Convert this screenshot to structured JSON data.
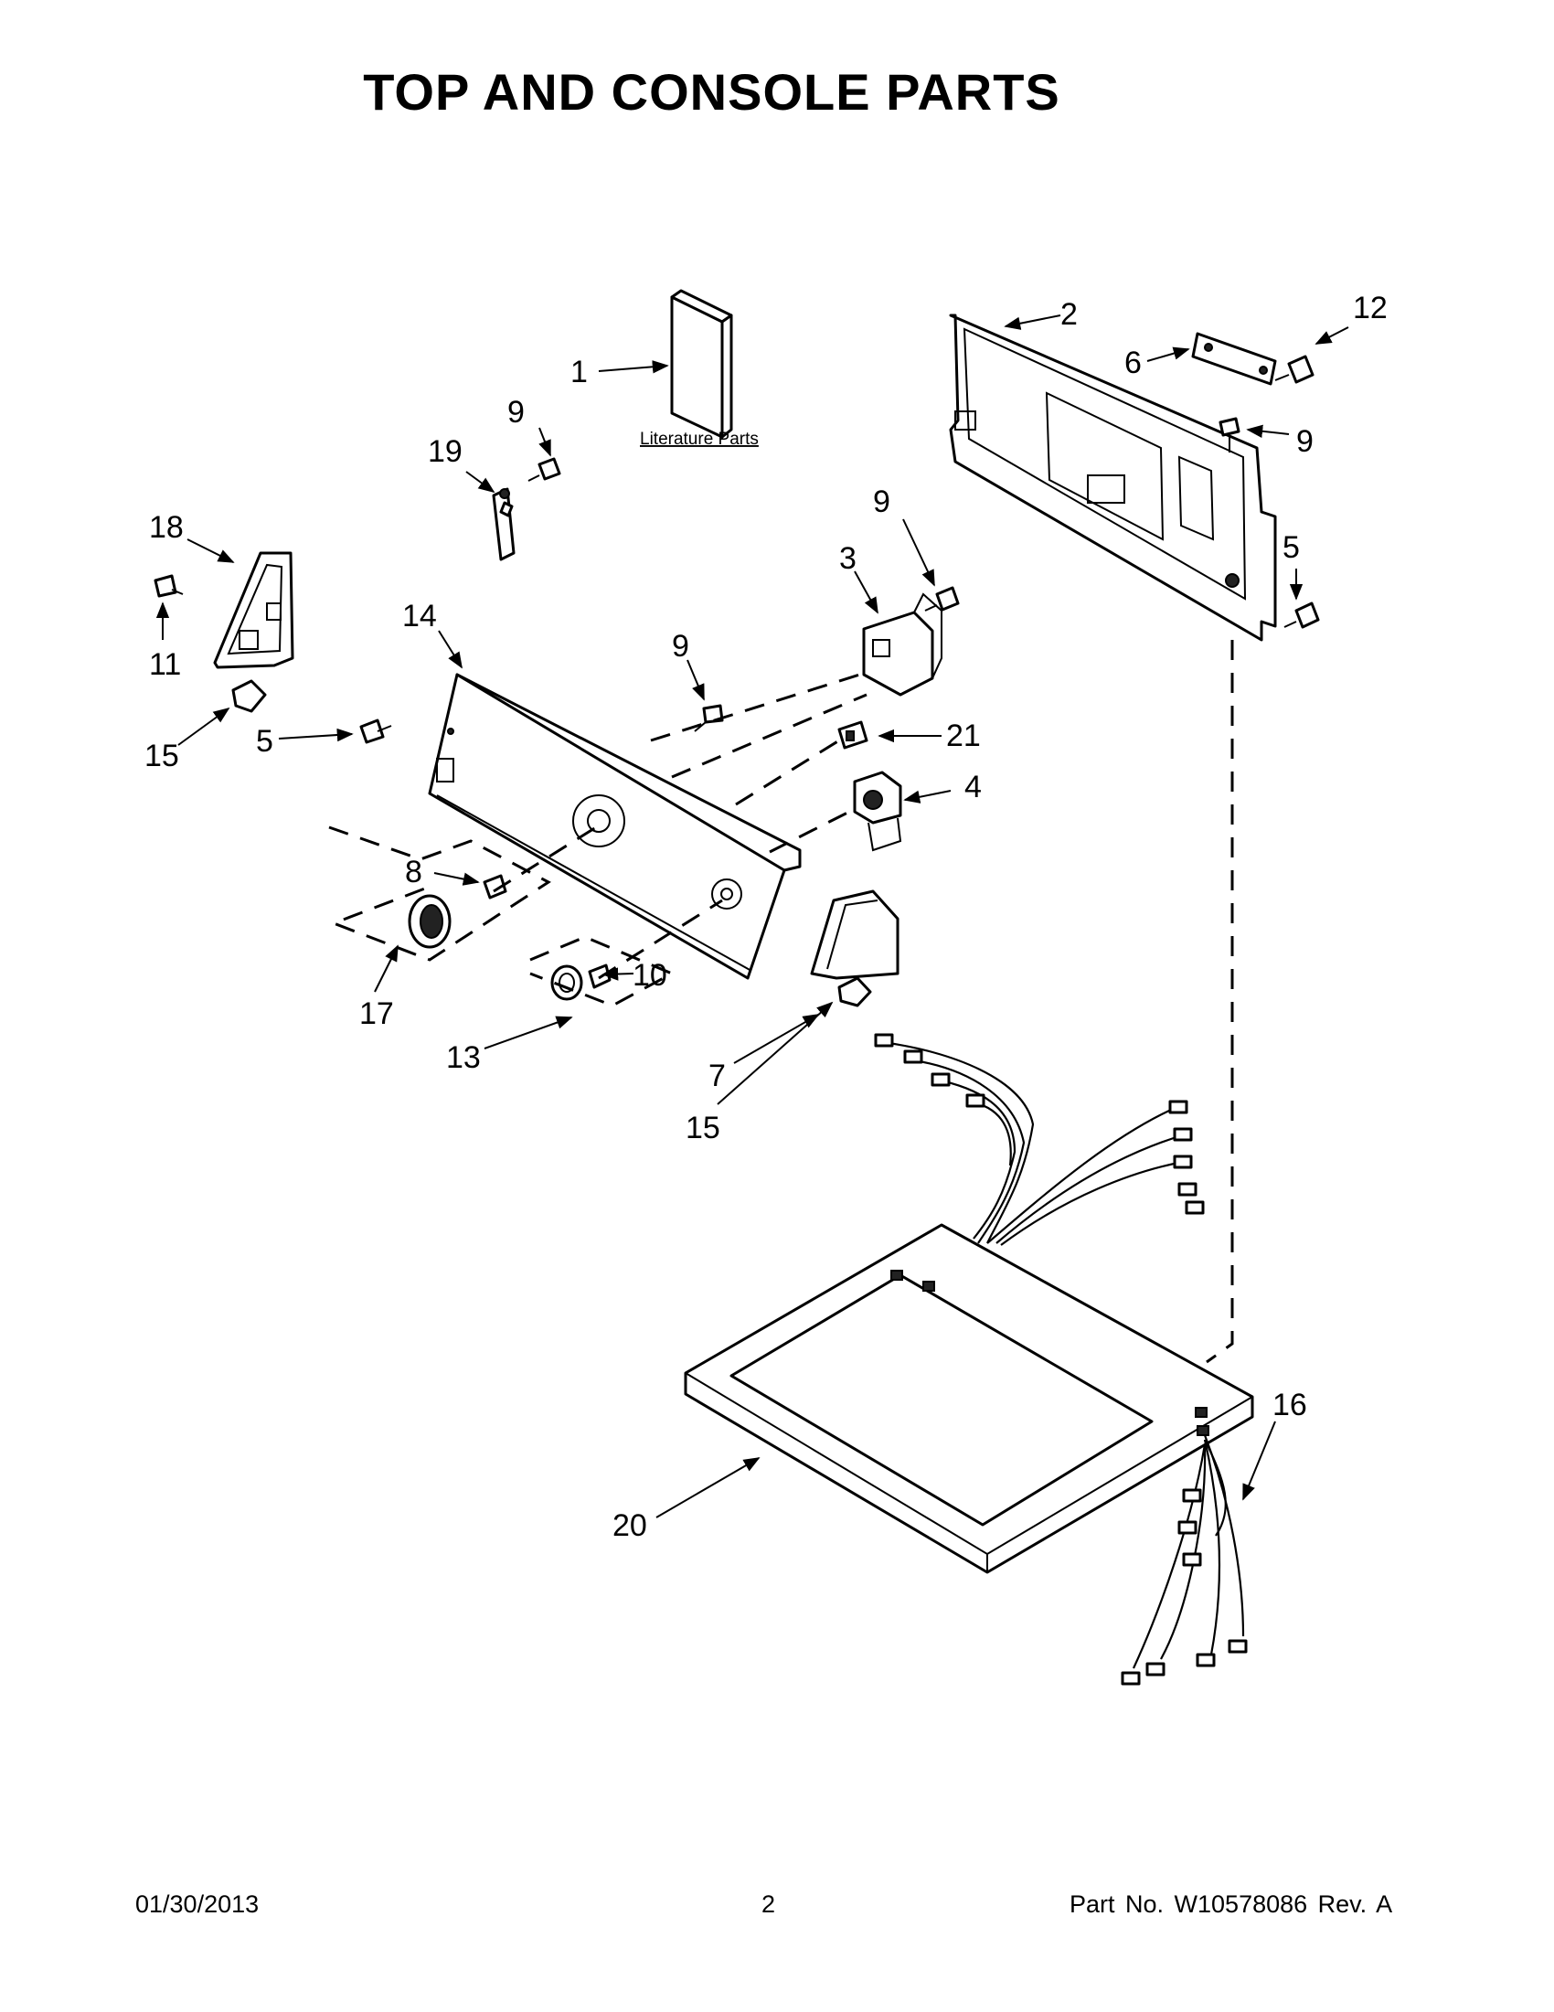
{
  "title": "TOP AND CONSOLE PARTS",
  "literature_label": "Literature Parts",
  "callouts": {
    "c1": "1",
    "c2": "2",
    "c3": "3",
    "c4": "4",
    "c5a": "5",
    "c5b": "5",
    "c6": "6",
    "c7": "7",
    "c8": "8",
    "c9a": "9",
    "c9b": "9",
    "c9c": "9",
    "c9d": "9",
    "c10": "10",
    "c11": "11",
    "c12": "12",
    "c13": "13",
    "c14": "14",
    "c15a": "15",
    "c15b": "15",
    "c16": "16",
    "c17": "17",
    "c18": "18",
    "c19": "19",
    "c20": "20",
    "c21": "21"
  },
  "footer": {
    "date": "01/30/2013",
    "page": "2",
    "part_no": "Part No.  W10578086  Rev.  A"
  }
}
